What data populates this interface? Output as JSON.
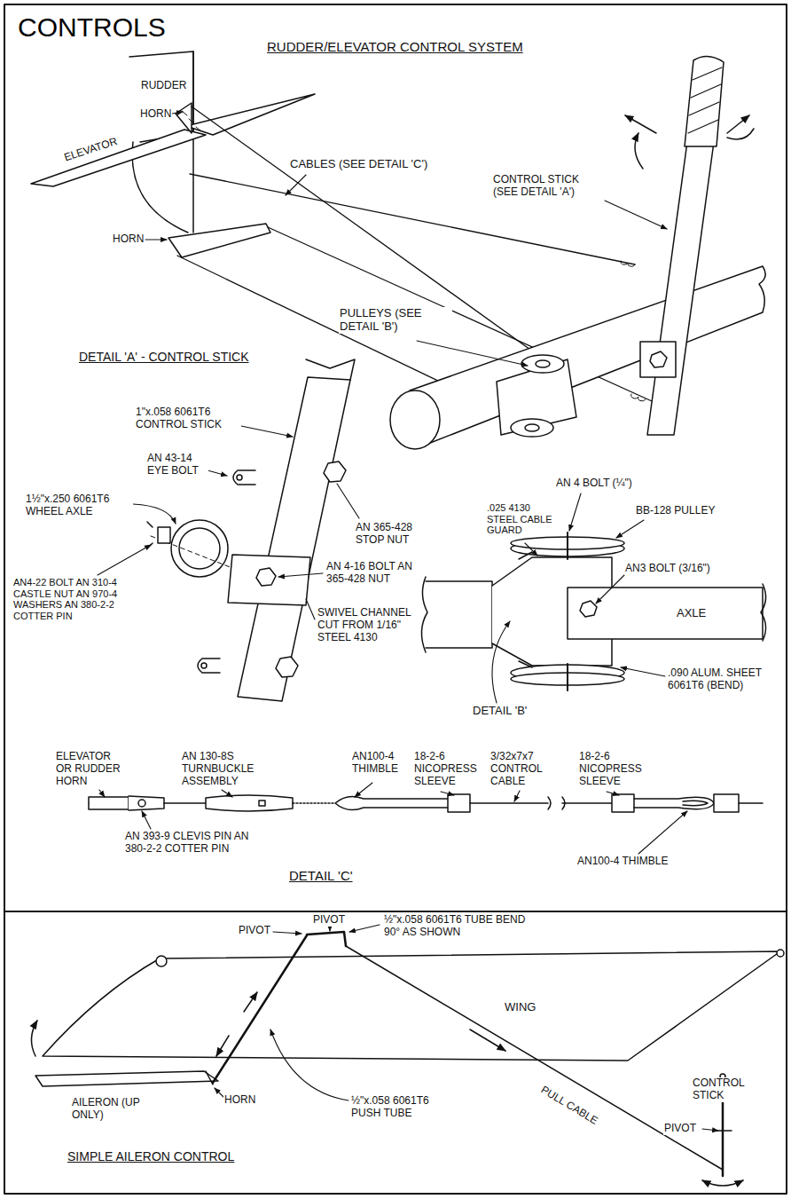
{
  "diagram": {
    "title": "CONTROLS",
    "labels": [
      "RUDDER/ELEVATOR CONTROL SYSTEM",
      "RUDDER",
      "HORN",
      "ELEVATOR",
      "CABLES (SEE DETAIL 'C')",
      "CONTROL STICK (SEE DETAIL 'A')",
      "HORN",
      "PULLEYS (SEE DETAIL 'B')",
      "DETAIL 'A' - CONTROL STICK",
      "1\"x.058 6061T6 CONTROL STICK",
      "AN 43-14 EYE BOLT",
      "1½\"x.250 6061T6 WHEEL AXLE",
      "AN 365-428 STOP NUT",
      "AN4-22 BOLT AN 310-4 CASTLE NUT AN 970-4 WASHERS AN 380-2-2 COTTER PIN",
      "AN 4-16 BOLT AN 365-428 NUT",
      "SWIVEL CHANNEL CUT FROM 1/16\" STEEL 4130",
      "AN 4 BOLT (¼\")",
      "BB-128 PULLEY",
      ".025 4130 STEEL CABLE GUARD",
      "AN3 BOLT (3/16\")",
      "AXLE",
      ".090 ALUM. SHEET 6061T6 (BEND)",
      "DETAIL 'B'",
      "ELEVATOR OR RUDDER HORN",
      "AN 130-8S TURNBUCKLE ASSEMBLY",
      "AN100-4 THIMBLE",
      "18-2-6 NICOPRESS SLEEVE",
      "3/32x7x7 CONTROL CABLE",
      "18-2-6 NICOPRESS SLEEVE",
      "AN 393-9 CLEVIS PIN AN 380-2-2 COTTER PIN",
      "AN100-4 THIMBLE",
      "DETAIL 'C'",
      "PIVOT",
      "PIVOT",
      "½\"x.058 6061T6 TUBE BEND 90° AS SHOWN",
      "WING",
      "AILERON (UP ONLY)",
      "HORN",
      "½\"x.058 6061T6 PUSH TUBE",
      "PULL CABLE",
      "CONTROL STICK",
      "PIVOT",
      "SIMPLE AILERON CONTROL"
    ]
  }
}
